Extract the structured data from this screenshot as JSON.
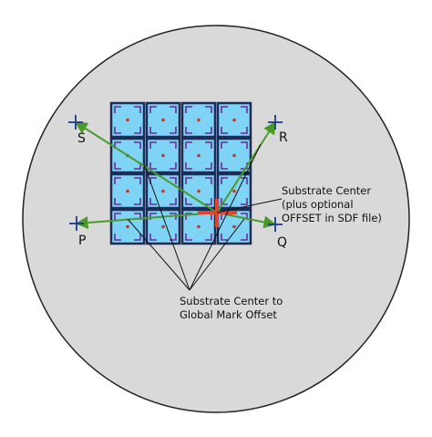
{
  "colors": {
    "background": "#ffffff",
    "substrate_fill": "#d9d9d9",
    "substrate_stroke": "#222222",
    "die_fill": "#7fd3f5",
    "die_stroke": "#1c2d57",
    "corner_mark": "#6a2b97",
    "die_dot": "#c0392b",
    "arrow": "#4a9a2a",
    "cross": "#1a3a8a",
    "center_cross": "#e2452d",
    "leader": "#111111"
  },
  "marks": {
    "s_label": "S",
    "r_label": "R",
    "p_label": "P",
    "q_label": "Q"
  },
  "annotations": {
    "substrate_center": [
      "Substrate Center",
      "(plus optional",
      "OFFSET in SDF file)"
    ],
    "global_mark_offset": [
      "Substrate Center to",
      "Global Mark Offset"
    ]
  },
  "icons": {
    "alignment_mark": "plus-cross-icon",
    "center_mark": "red-cross-icon"
  }
}
